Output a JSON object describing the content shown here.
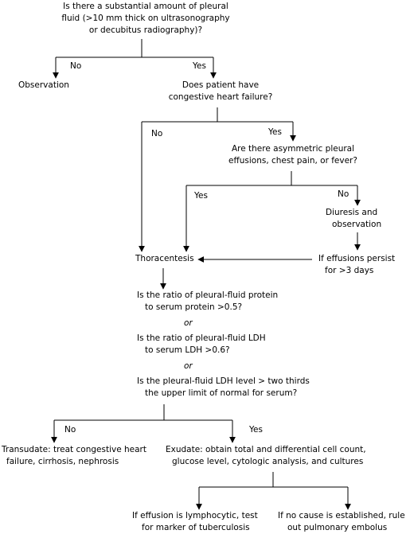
{
  "q_pleural_amount": {
    "lines": [
      "Is there a substantial amount of pleural",
      "fluid (>10 mm thick on ultrasonography",
      "or decubitus radiography)?"
    ]
  },
  "label_no_1": "No",
  "label_yes_1": "Yes",
  "observation": "Observation",
  "q_chf": {
    "lines": [
      "Does patient have",
      "congestive heart failure?"
    ]
  },
  "label_no_2": "No",
  "label_yes_2": "Yes",
  "q_asymmetric": {
    "lines": [
      "Are there asymmetric pleural",
      "effusions, chest pain, or fever?"
    ]
  },
  "label_yes_3": "Yes",
  "label_no_3": "No",
  "diuresis": {
    "lines": [
      "Diuresis and",
      "observation"
    ]
  },
  "thoracentesis": "Thoracentesis",
  "persist": {
    "lines": [
      "If effusions persist",
      "for >3 days"
    ]
  },
  "criteria": {
    "protein": [
      "Is the ratio of pleural-fluid protein",
      "to serum protein >0.5?"
    ],
    "or1": "or",
    "ldh_ratio": [
      "Is the ratio of pleural-fluid LDH",
      "to serum LDH >0.6?"
    ],
    "or2": "or",
    "ldh_level": [
      "Is the pleural-fluid LDH level > two thirds",
      "the upper limit of normal for serum?"
    ]
  },
  "label_no_4": "No",
  "label_yes_4": "Yes",
  "transudate": {
    "lines": [
      "Transudate: treat congestive heart",
      "failure, cirrhosis, nephrosis"
    ]
  },
  "exudate": {
    "lines": [
      "Exudate: obtain total and differential cell count,",
      "glucose level, cytologic analysis, and cultures"
    ]
  },
  "lymphocytic": {
    "lines": [
      "If effusion is lymphocytic, test",
      "for marker of tuberculosis"
    ]
  },
  "embolus": {
    "lines": [
      "If no cause is established, rule",
      "out pulmonary embolus"
    ]
  }
}
